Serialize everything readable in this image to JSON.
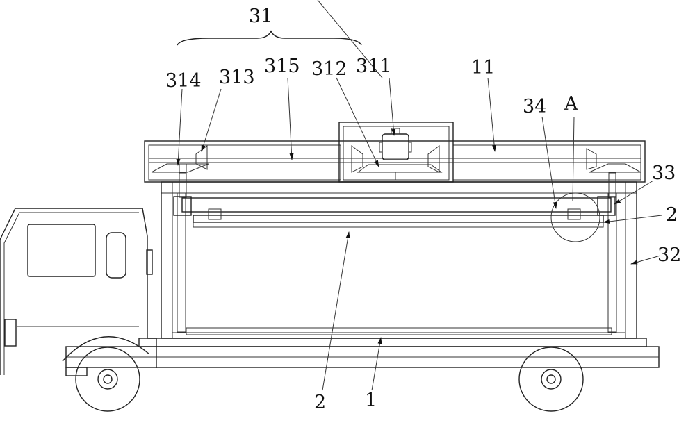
{
  "figure": {
    "labels": {
      "l31": "31",
      "l314": "314",
      "l313": "313",
      "l315": "315",
      "l312": "312",
      "l311": "311",
      "l11": "11",
      "l34": "34",
      "lA": "A",
      "l33": "33",
      "l2_right": "2",
      "l32": "32",
      "l2_bottom": "2",
      "l1": "1"
    },
    "colors": {
      "line": "#222222",
      "background": "#ffffff"
    }
  }
}
